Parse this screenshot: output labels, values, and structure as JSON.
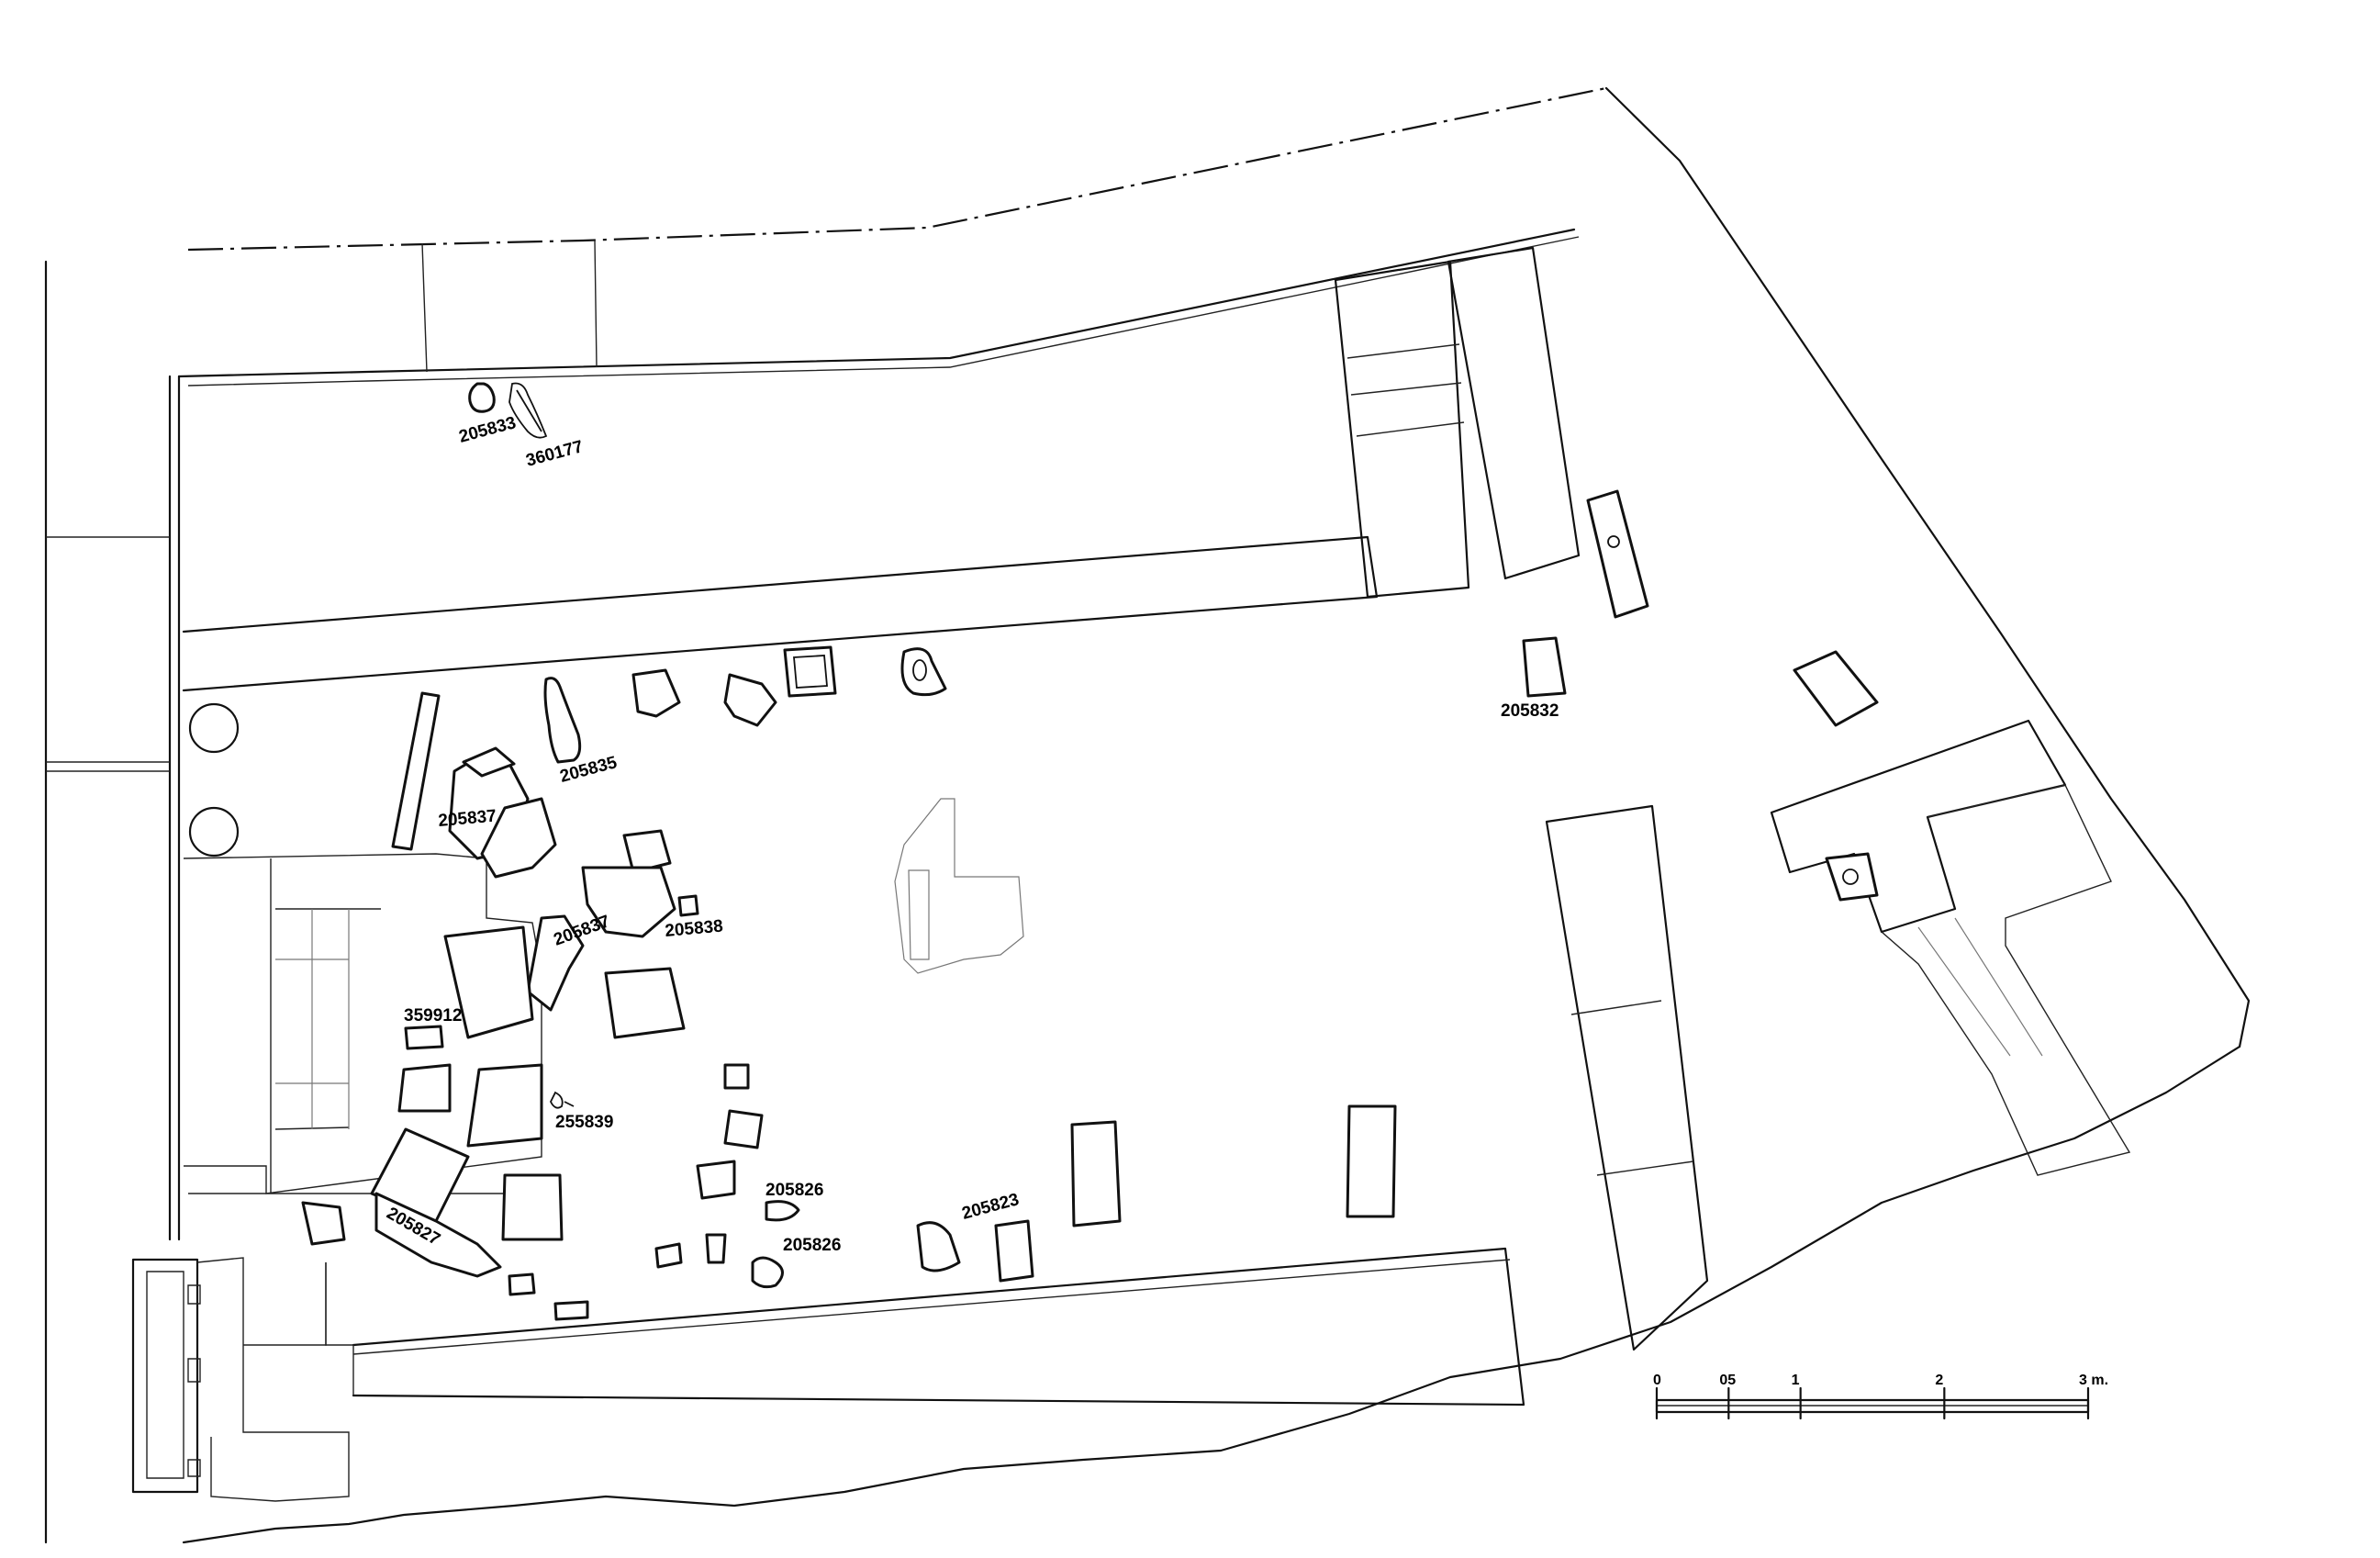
{
  "plan": {
    "finds": [
      {
        "label": "205833"
      },
      {
        "label": "360177"
      },
      {
        "label": "205835"
      },
      {
        "label": "205837"
      },
      {
        "label": "205837"
      },
      {
        "label": "205838"
      },
      {
        "label": "359912"
      },
      {
        "label": "255839"
      },
      {
        "label": "205827"
      },
      {
        "label": "205826"
      },
      {
        "label": "205826"
      },
      {
        "label": "205823"
      },
      {
        "label": "205832"
      }
    ]
  },
  "scale_bar": {
    "ticks": [
      "0",
      "05",
      "1",
      "2",
      "3 m."
    ],
    "tick_values_m": [
      0,
      0.5,
      1,
      2,
      3
    ]
  }
}
